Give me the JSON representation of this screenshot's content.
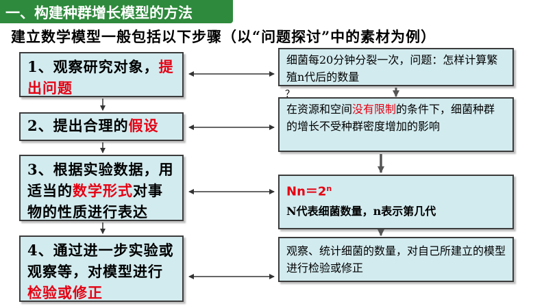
{
  "header": {
    "title": "一、构建种群增长模型的方法"
  },
  "subtitle": "建立数学模型一般包括以下步骤（以“问题探讨”中的素材为例）",
  "steps": [
    {
      "part1": "1、观察研究对象，",
      "highlight": "提出问题",
      "part2": ""
    },
    {
      "part1": "2、提出合理的",
      "highlight": "假设",
      "part2": ""
    },
    {
      "part1": "3、根据实验数据，用适当的",
      "highlight": "数学形式",
      "part2": "对事物的性质进行表达"
    },
    {
      "part1": "4、通过进一步实验或观察等，对模型进行",
      "highlight": "检验或修正",
      "part2": ""
    }
  ],
  "examples": {
    "e1": "细菌每20分钟分裂一次，问题：怎样计算繁殖n代后的数量",
    "e1_qmark": "？",
    "e2_part1": "在资源和空间",
    "e2_highlight": "没有限制",
    "e2_part2": "的条件下，细菌种群的增长不受种群密度增加的影响",
    "e3_formula_base": "Nn＝2",
    "e3_formula_exp": "n",
    "e3_desc": "N代表细菌数量，n表示第几代",
    "e4": "观察、统计细菌的数量，对自己所建立的模型进行检验或修正"
  },
  "colors": {
    "header_bg": "#2e8a3c",
    "box_bg": "#d2ebef",
    "highlight": "#e60012"
  }
}
